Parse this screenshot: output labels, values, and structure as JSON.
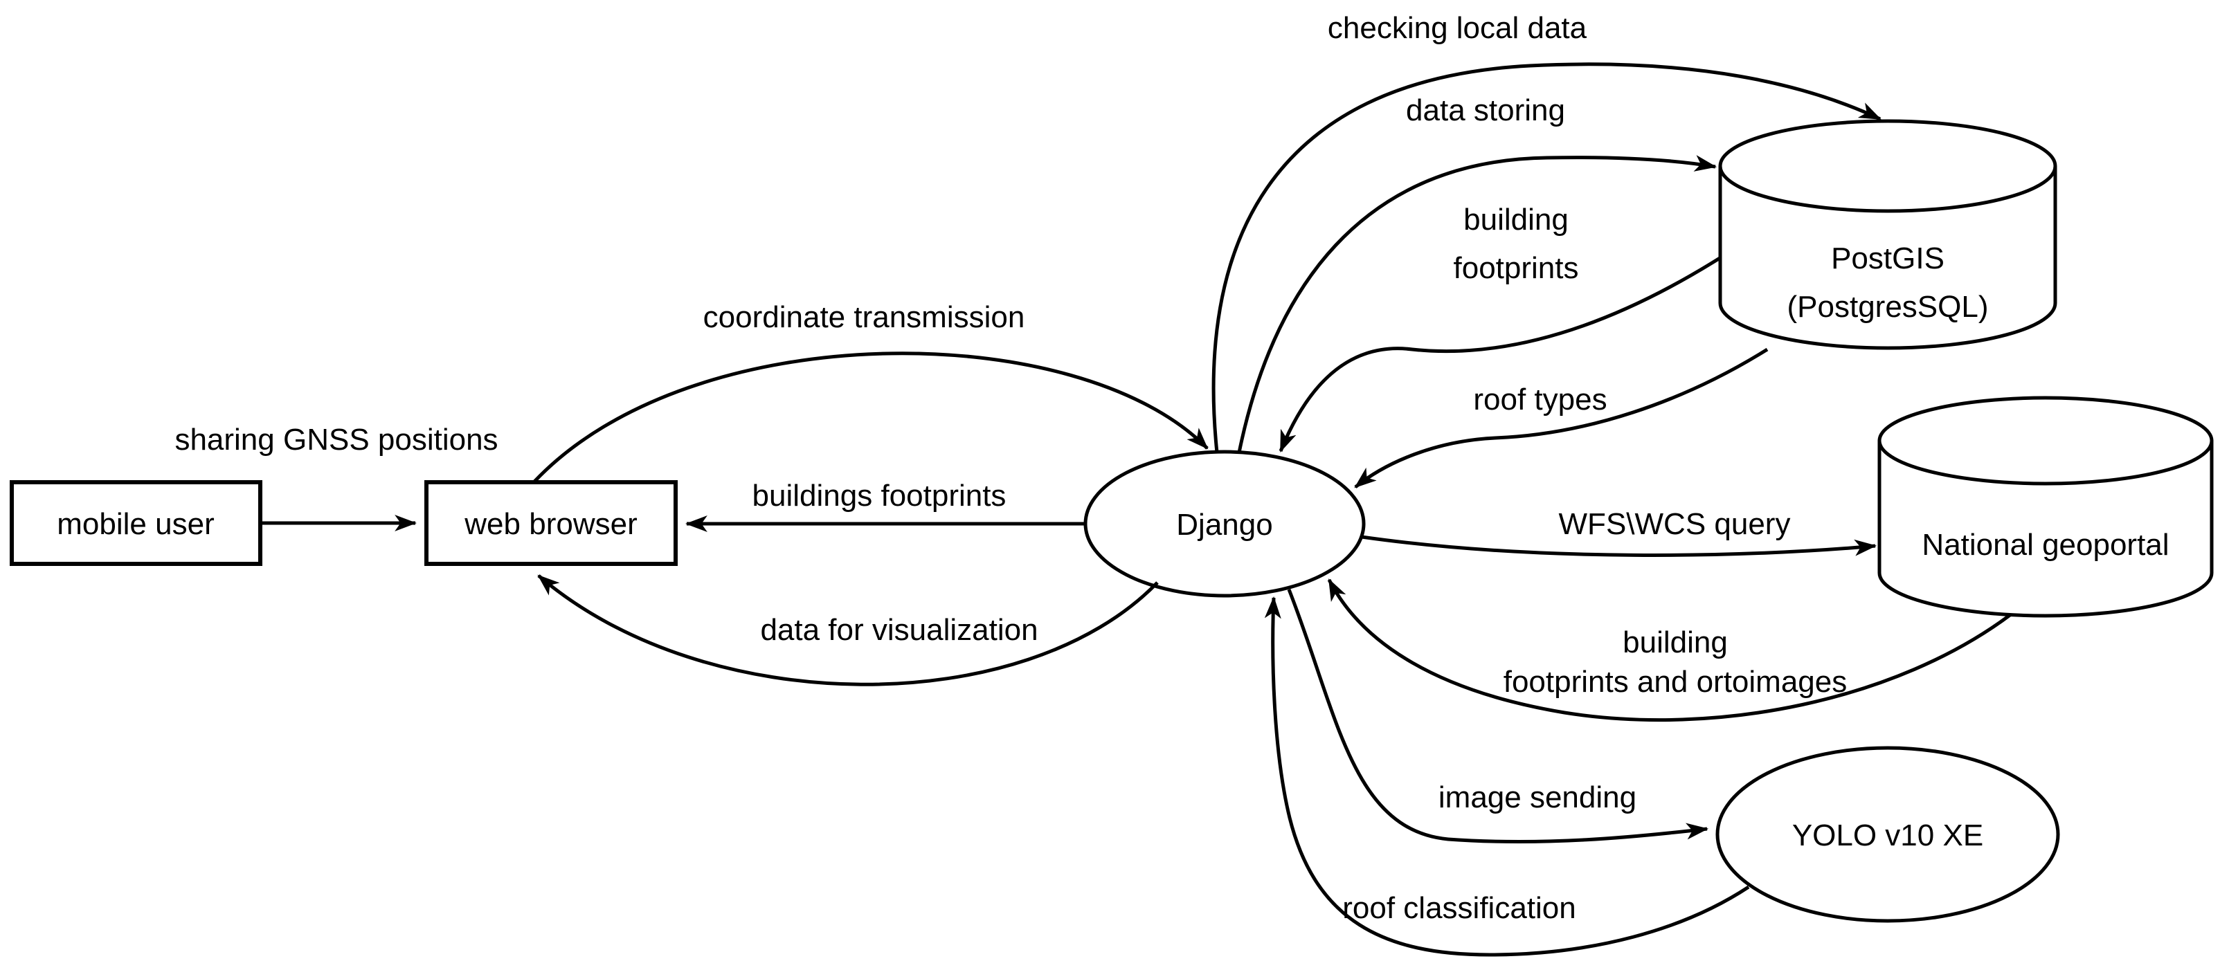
{
  "diagram": {
    "colors": {
      "ink": "#000000",
      "background": "#ffffff"
    },
    "nodes": {
      "mobile_user": {
        "label": "mobile user",
        "shape": "rectangle"
      },
      "web_browser": {
        "label": "web browser",
        "shape": "rectangle"
      },
      "django": {
        "label": "Django",
        "shape": "ellipse"
      },
      "postgis": {
        "line1": "PostGIS",
        "line2": "(PostgresSQL)",
        "shape": "cylinder"
      },
      "national_geoportal": {
        "label": "National geoportal",
        "shape": "cylinder"
      },
      "yolo": {
        "label": "YOLO v10 XE",
        "shape": "ellipse"
      }
    },
    "edges": {
      "sharing_gnss": {
        "label": "sharing GNSS positions",
        "from": "mobile user",
        "to": "web browser"
      },
      "coordinate_transmission": {
        "label": "coordinate transmission",
        "from": "web browser",
        "to": "Django"
      },
      "buildings_footprints": {
        "label": "buildings footprints",
        "from": "Django",
        "to": "web browser"
      },
      "data_for_visualization": {
        "label": "data for visualization",
        "from": "Django",
        "to": "web browser"
      },
      "checking_local_data": {
        "label": "checking local data",
        "from": "Django",
        "to": "PostGIS (PostgresSQL)"
      },
      "data_storing": {
        "label": "data storing",
        "from": "Django",
        "to": "PostGIS (PostgresSQL)"
      },
      "building_footprints": {
        "line1": "building",
        "line2": "footprints",
        "from": "PostGIS (PostgresSQL)",
        "to": "Django"
      },
      "roof_types": {
        "label": "roof types",
        "from": "PostGIS (PostgresSQL)",
        "to": "Django"
      },
      "wfs_wcs_query": {
        "label": "WFS\\WCS query",
        "from": "Django",
        "to": "National geoportal"
      },
      "building_footprints_ortoimages": {
        "line1": "building",
        "line2": "footprints and ortoimages",
        "from": "National geoportal",
        "to": "Django"
      },
      "image_sending": {
        "label": "image sending",
        "from": "Django",
        "to": "YOLO v10 XE"
      },
      "roof_classification": {
        "label": "roof classification",
        "from": "YOLO v10 XE",
        "to": "Django"
      }
    }
  }
}
